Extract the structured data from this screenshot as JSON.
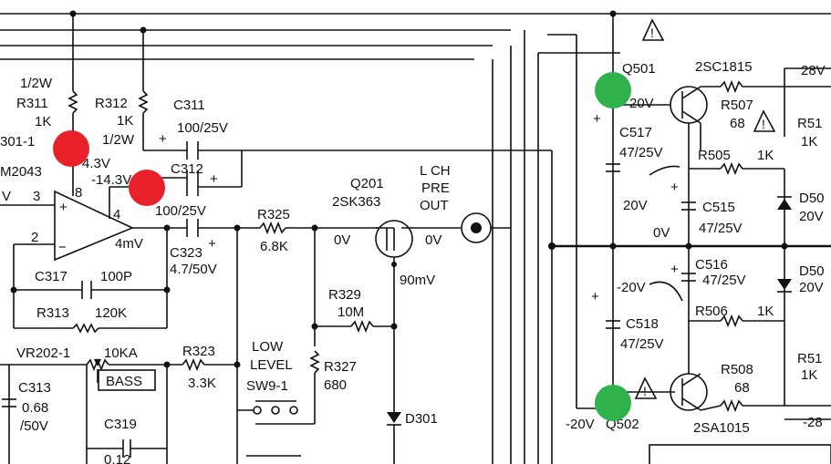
{
  "markers": [
    {
      "name": "red-marker-1",
      "color": "#e8202a"
    },
    {
      "name": "red-marker-2",
      "color": "#e8202a"
    },
    {
      "name": "green-marker-1",
      "color": "#2fb24c"
    },
    {
      "name": "green-marker-2",
      "color": "#2fb24c"
    }
  ],
  "labels": {
    "r311_power": "1/2W",
    "r311": "R311",
    "r311_val": "1K",
    "r312": "R312",
    "r312_val": "1K",
    "r312_power": "1/2W",
    "c311": "C311",
    "c311_val": "100/25V",
    "c312": "C312",
    "c312_val": "100/25V",
    "ic_ref": "301-1",
    "ic_part": "M2043",
    "v_pos": "4.3V",
    "v_neg": "-14.3V",
    "pin8": "8",
    "pin3": "3",
    "pin2": "2",
    "pin4": "4",
    "out_mv": "4mV",
    "v_left": "V",
    "c317": "C317",
    "c317_val": "100P",
    "r313": "R313",
    "r313_val": "120K",
    "c323": "C323",
    "c323_val": "4.7/50V",
    "r325": "R325",
    "r325_val": "6.8K",
    "v0_a": "0V",
    "v0_b": "0V",
    "q201": "Q201",
    "q201_part": "2SK363",
    "preout_1": "L CH",
    "preout_2": "PRE",
    "preout_3": "OUT",
    "mv90": "90mV",
    "r329": "R329",
    "r329_val": "10M",
    "r327": "R327",
    "r327_val": "680",
    "low_level_1": "LOW",
    "low_level_2": "LEVEL",
    "sw9": "SW9-1",
    "d301": "D301",
    "vr202": "VR202-1",
    "vr202_val": "10KA",
    "bass": "BASS",
    "r323": "R323",
    "r323_val": "3.3K",
    "c313": "C313",
    "c313_val": "0.68",
    "c313_v": "/50V",
    "c319": "C319",
    "c319_val": "0.12",
    "q501": "Q501",
    "q501_part": "2SC1815",
    "v28": "28V",
    "v20_top": "20V",
    "r507": "R507",
    "r507_val": "68",
    "r51_top": "R51",
    "r51_top_val": "1K",
    "c517": "C517",
    "c517_val": "47/25V",
    "r505": "R505",
    "r505_val": "1K",
    "v20_mid": "20V",
    "c515": "C515",
    "c515_val": "47/25V",
    "v0_mid": "0V",
    "d50_top": "D50",
    "d50_top_v": "20V",
    "c516": "C516",
    "c516_val": "47/25V",
    "d50_bot": "D50",
    "d50_bot_v": "20V",
    "vneg20_mid": "-20V",
    "c518": "C518",
    "c518_val": "47/25V",
    "r506": "R506",
    "r506_val": "1K",
    "r508": "R508",
    "r508_val": "68",
    "r51_bot": "R51",
    "r51_bot_val": "1K",
    "vneg20_bot": "-20V",
    "q502": "Q502",
    "q502_part": "2SA1015",
    "vneg28": "-28",
    "plus": "+",
    "minus": "−",
    "caution": "!"
  }
}
